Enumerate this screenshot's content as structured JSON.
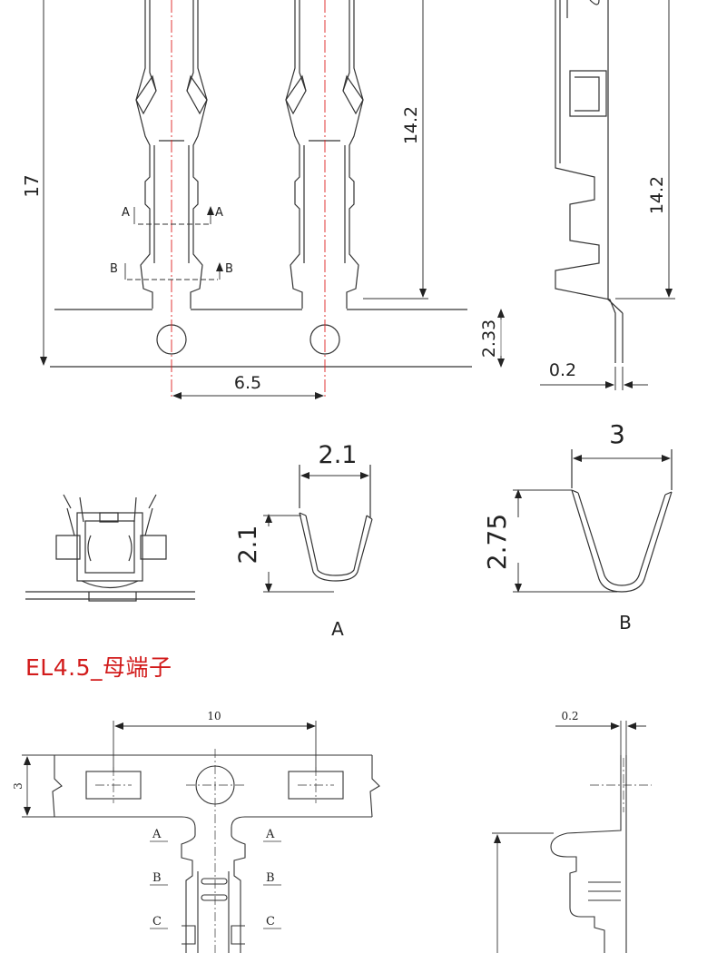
{
  "top_drawing": {
    "dim_17": "17",
    "dim_14_2_front": "14.2",
    "dim_14_2_side": "14.2",
    "dim_2_33": "2.33",
    "dim_6_5": "6.5",
    "dim_0_2": "0.2",
    "section_marks": {
      "a": "A",
      "b": "B"
    }
  },
  "sections": {
    "a": {
      "width": "2.1",
      "height": "2.1",
      "label": "A"
    },
    "b": {
      "width": "3",
      "height": "2.75",
      "label": "B"
    }
  },
  "title": "EL4.5_母端子",
  "bottom_drawing": {
    "dim_10": "10",
    "dim_3": "3",
    "dim_0_2": "0.2",
    "marks": {
      "a": "A",
      "b": "B",
      "c": "C"
    }
  }
}
